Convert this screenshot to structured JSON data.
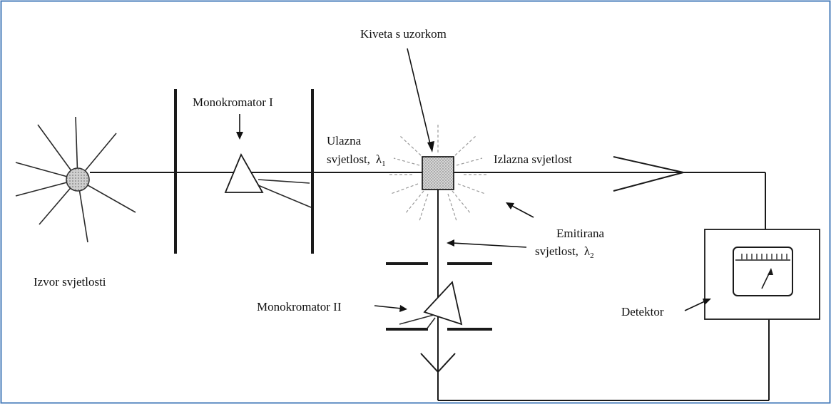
{
  "labels": {
    "sample_cell": "Kiveta s uzorkom",
    "monochromator_1": "Monokromator I",
    "incident_light_line1": "Ulazna",
    "incident_light_line2": "svjetlost,",
    "incident_lambda": "λ",
    "incident_lambda_sub": "1",
    "exit_light": "Izlazna svjetlost",
    "emitted_light_line1": "Emitirana",
    "emitted_light_line2": "svjetlost,",
    "emitted_lambda": "λ",
    "emitted_lambda_sub": "2",
    "light_source": "Izvor svjetlosti",
    "monochromator_2": "Monokromator II",
    "detector": "Detektor"
  },
  "colors": {
    "border": "#4a7ebb",
    "line": "#1a1a1a",
    "source_fill": "#b8b8b8",
    "cell_fill": "#c4c4c4"
  }
}
